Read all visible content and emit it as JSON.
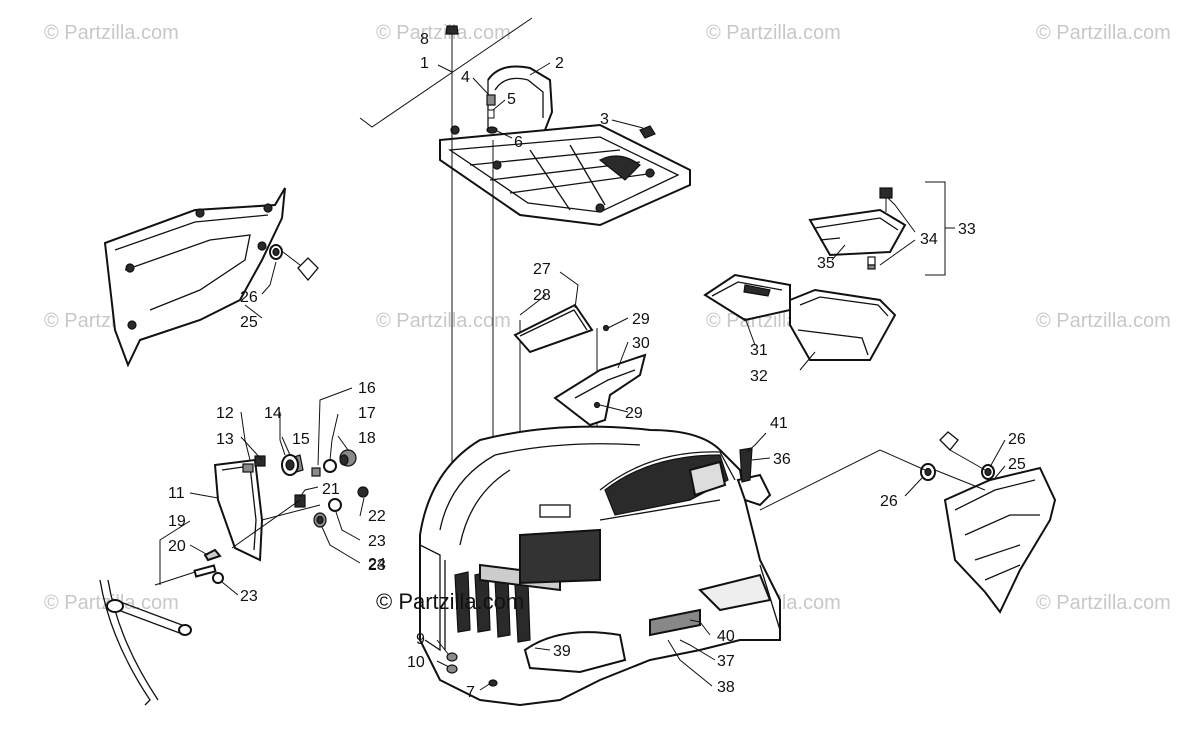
{
  "watermark_text": "© Partzilla.com",
  "copyright_text": "© Partzilla.com",
  "callouts": [
    "1",
    "2",
    "3",
    "4",
    "5",
    "6",
    "7",
    "8",
    "9",
    "10",
    "11",
    "12",
    "13",
    "14",
    "15",
    "16",
    "17",
    "18",
    "19",
    "20",
    "21",
    "22",
    "23",
    "23",
    "23",
    "24",
    "25",
    "25",
    "26",
    "26",
    "26",
    "27",
    "28",
    "29",
    "29",
    "30",
    "31",
    "32",
    "33",
    "34",
    "35",
    "36",
    "37",
    "38",
    "39",
    "40",
    "41"
  ]
}
